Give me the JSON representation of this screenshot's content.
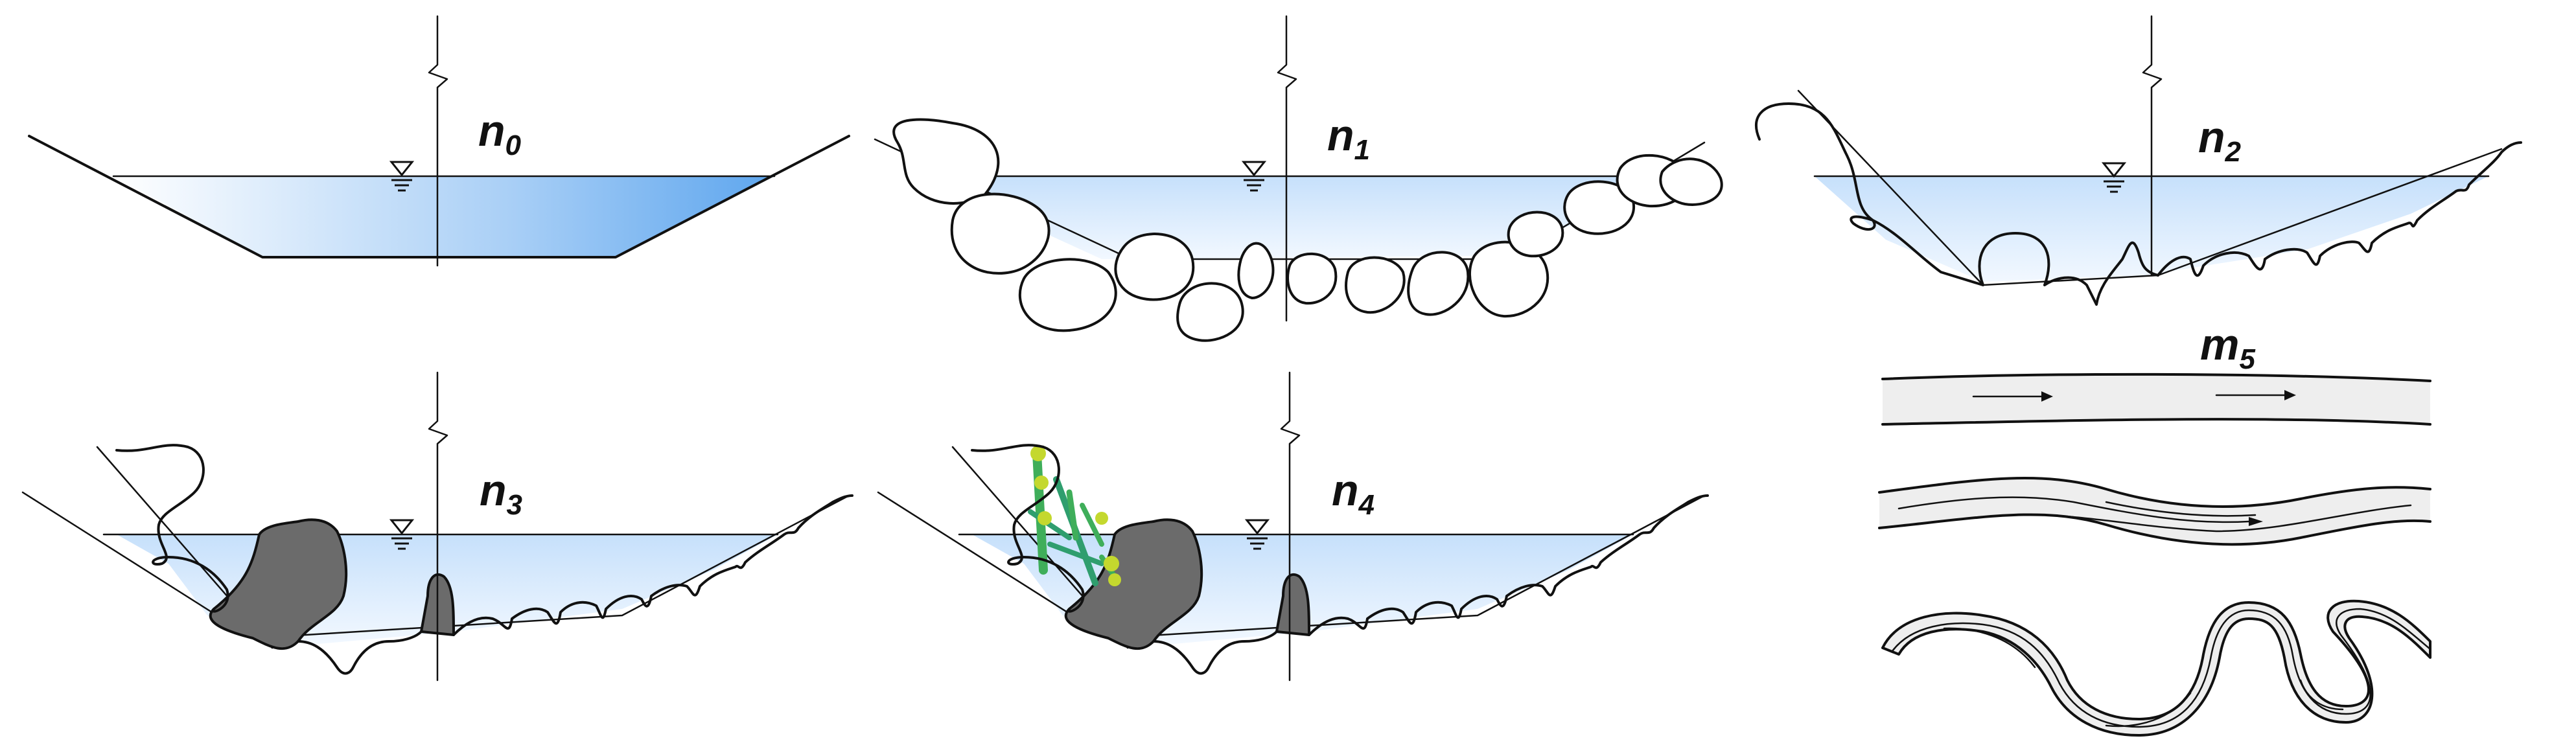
{
  "diagram": {
    "labels": {
      "n0": {
        "base": "n",
        "sub": "0"
      },
      "n1": {
        "base": "n",
        "sub": "1"
      },
      "n2": {
        "base": "n",
        "sub": "2"
      },
      "n3": {
        "base": "n",
        "sub": "3"
      },
      "n4": {
        "base": "n",
        "sub": "4"
      },
      "m5": {
        "base": "m",
        "sub": "5"
      }
    },
    "colors": {
      "water_light": "#eef6ff",
      "water_mid": "#c9e1fb",
      "water_dark": "#6aaef0",
      "obstruction": "#6b6b6b",
      "vegetation": "#3fae5a",
      "vegetation_light": "#c4d82e",
      "channel_fill": "#eeeeee",
      "line": "#111111"
    },
    "icons": {
      "water_surface": "water-surface-triangle-icon",
      "flow_arrow": "flow-arrow-icon",
      "axis_break": "axis-break-icon"
    }
  }
}
